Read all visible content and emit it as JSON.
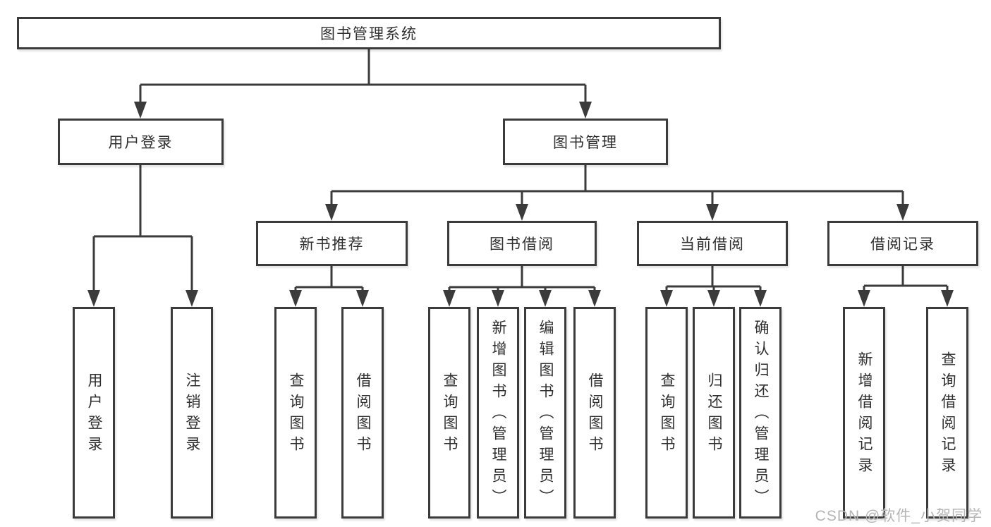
{
  "tree": {
    "root": {
      "label": "图书管理系统",
      "children": [
        {
          "label": "用户登录",
          "children": [
            {
              "label": "用户登录"
            },
            {
              "label": "注销登录"
            }
          ]
        },
        {
          "label": "图书管理",
          "children": [
            {
              "label": "新书推荐",
              "children": [
                {
                  "label": "查询图书"
                },
                {
                  "label": "借阅图书"
                }
              ]
            },
            {
              "label": "图书借阅",
              "children": [
                {
                  "label": "查询图书"
                },
                {
                  "label": "新增图书（管理员）"
                },
                {
                  "label": "编辑图书（管理员）"
                },
                {
                  "label": "借阅图书"
                }
              ]
            },
            {
              "label": "当前借阅",
              "children": [
                {
                  "label": "查询图书"
                },
                {
                  "label": "归还图书"
                },
                {
                  "label": "确认归还（管理员）"
                }
              ]
            },
            {
              "label": "借阅记录",
              "children": [
                {
                  "label": "新增借阅记录"
                },
                {
                  "label": "查询借阅记录"
                }
              ]
            }
          ]
        }
      ]
    }
  },
  "watermark": {
    "text": "CSDN @软件_小贺同学"
  },
  "colors": {
    "line": "#3b3b3b",
    "border": "#3b3b3b",
    "text": "#2f2f2f",
    "background": "#ffffff",
    "watermark": "#b5b5b5"
  }
}
